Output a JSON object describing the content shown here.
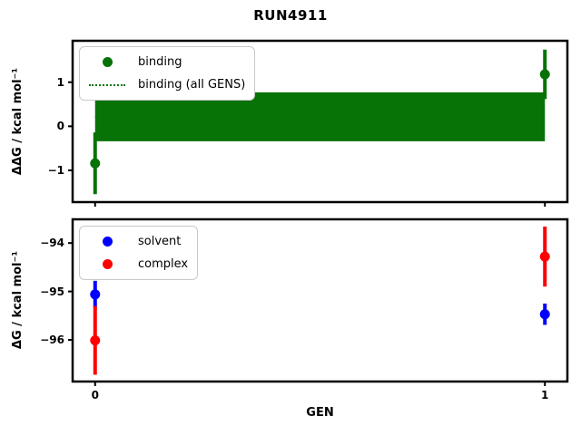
{
  "title": "RUN4911",
  "colors": {
    "binding": "#077307",
    "solvent": "#0000ff",
    "complex": "#ff0000",
    "axis": "#000000",
    "legend_border": "#c9c9c9"
  },
  "chart_data": [
    {
      "type": "scatter",
      "ylabel": "ΔΔG / kcal mol⁻¹",
      "xlabel": "",
      "xlim": [
        -0.05,
        1.05
      ],
      "ylim": [
        -1.72,
        1.94
      ],
      "yticks": [
        1,
        0,
        -1
      ],
      "ytick_labels": [
        "1",
        "0",
        "−1"
      ],
      "xticks": [
        0,
        1
      ],
      "xtick_labels": [],
      "grid": false,
      "legend_position": "upper left",
      "legend": [
        {
          "label": "binding",
          "marker": "dot",
          "color": "#077307"
        },
        {
          "label": "binding (all GENS)",
          "marker": "dotted-line",
          "color": "#077307"
        }
      ],
      "series": [
        {
          "name": "binding",
          "color": "#077307",
          "marker": "o",
          "x": [
            0,
            1
          ],
          "y": [
            -0.84,
            1.18
          ],
          "yerr": [
            0.7,
            0.56
          ]
        }
      ],
      "all_gens": {
        "label": "binding (all GENS)",
        "mean": 0.21,
        "band": [
          -0.34,
          0.77
        ],
        "band_x": [
          0,
          1
        ]
      }
    },
    {
      "type": "scatter",
      "ylabel": "ΔG / kcal mol⁻¹",
      "xlabel": "GEN",
      "xlim": [
        -0.05,
        1.05
      ],
      "ylim": [
        -96.86,
        -93.51
      ],
      "yticks": [
        -94,
        -95,
        -96
      ],
      "ytick_labels": [
        "−94",
        "−95",
        "−96"
      ],
      "xticks": [
        0,
        1
      ],
      "xtick_labels": [
        "0",
        "1"
      ],
      "grid": false,
      "legend_position": "upper left",
      "legend": [
        {
          "label": "solvent",
          "marker": "dot",
          "color": "#0000ff"
        },
        {
          "label": "complex",
          "marker": "dot",
          "color": "#ff0000"
        }
      ],
      "series": [
        {
          "name": "solvent",
          "color": "#0000ff",
          "marker": "o",
          "x": [
            0,
            1
          ],
          "y": [
            -95.06,
            -95.47
          ],
          "yerr": [
            0.28,
            0.22
          ]
        },
        {
          "name": "complex",
          "color": "#ff0000",
          "marker": "o",
          "x": [
            0,
            1
          ],
          "y": [
            -96.01,
            -94.28
          ],
          "yerr": [
            0.71,
            0.62
          ]
        }
      ]
    }
  ]
}
